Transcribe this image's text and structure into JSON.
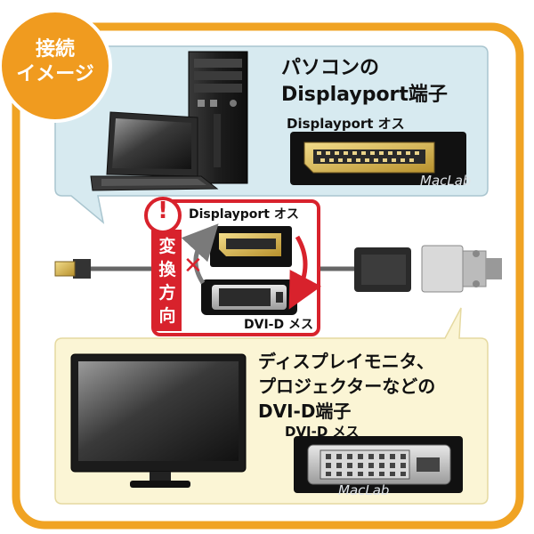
{
  "badge": {
    "line1": "接続",
    "line2": "イメージ"
  },
  "pc_panel": {
    "title_line1": "パソコンの",
    "title_line2": "Displayport端子",
    "port_label": "Displayport オス",
    "watermark": "MacLab"
  },
  "adapter": {
    "top_label": "Displayport オス",
    "bottom_label": "DVI-D メス",
    "direction_chars": [
      "変",
      "換",
      "方",
      "向"
    ],
    "warning_symbol": "!",
    "cross_symbol": "✕"
  },
  "monitor_panel": {
    "title_line1": "ディスプレイモニタ、",
    "title_line2": "プロジェクターなどの",
    "title_line3": "DVI-D端子",
    "port_label": "DVI-D メス",
    "watermark": "MacLab"
  },
  "colors": {
    "frame_orange": "#f0a323",
    "pc_panel_bg": "#d7eaf0",
    "monitor_panel_bg": "#fbf5d5",
    "warning_red": "#d8222c",
    "badge_orange": "#f09b1f",
    "arrow_gray": "#7a7a7a"
  }
}
